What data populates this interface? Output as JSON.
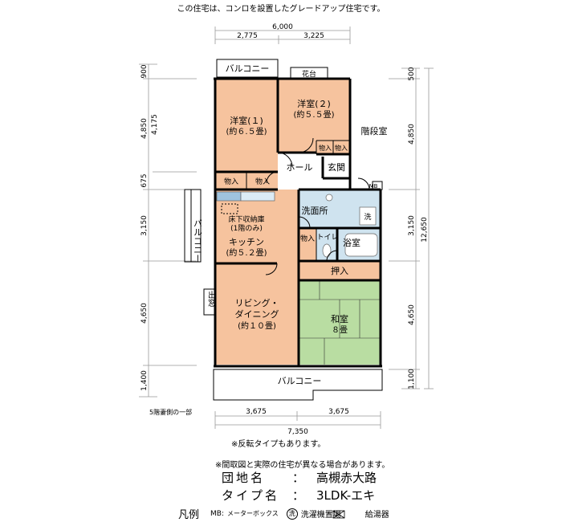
{
  "header": {
    "notice": "この住宅は、コンロを設置したグレードアップ住宅です。"
  },
  "dimensions": {
    "top_total": "6,000",
    "top_left": "2,775",
    "top_right": "3,225",
    "left": [
      "900",
      "4,175",
      "4,850",
      "675",
      "3,150",
      "4,650",
      "1,400"
    ],
    "right": [
      "500",
      "4,850",
      "3,150",
      "4,650",
      "1,100"
    ],
    "right_total": "12,650",
    "bottom_left": "3,675",
    "bottom_right": "3,675",
    "bottom_total": "7,350"
  },
  "rooms": {
    "balcony_top": "バルコニー",
    "flower_bed": "花台",
    "western1_name": "洋室(１)",
    "western1_size": "(約６.５畳)",
    "western2_name": "洋室(２)",
    "western2_size": "(約５.５畳)",
    "stairwell": "階段室",
    "storage": "物入",
    "hall": "ホール",
    "entrance": "玄関",
    "meter_box": "MB",
    "washroom": "洗面所",
    "washer_mark": "洗",
    "toilet": "トイレ",
    "bath": "浴室",
    "underfloor_1": "床下収納庫",
    "underfloor_2": "(1階のみ)",
    "kitchen_name": "キッチン",
    "kitchen_size": "(約５.２畳)",
    "balcony_side": "バルコニー",
    "closet": "押入",
    "bay_window": "出窓",
    "living_1": "リビング・",
    "living_2": "ダイニング",
    "living_size": "(約１０畳)",
    "japanese_name": "和室",
    "japanese_size": "８畳",
    "balcony_bottom": "バルコニー"
  },
  "floor_note": "5階妻側の一部",
  "notes": {
    "reverse": "※反転タイプもあります。",
    "disclaimer": "※間取図と実際の住宅が異なる場合があります。"
  },
  "info": {
    "complex_label": "団地名",
    "complex_sep": "：",
    "complex_value": "高槻赤大路",
    "type_label": "タイプ名",
    "type_sep": "：",
    "type_value": "3LDK-エキ"
  },
  "legend": {
    "title": "凡例",
    "mb_key": "MB:",
    "mb_value": "メーターボックス",
    "washer_symbol": "洗",
    "washer_label": "洗濯機置場",
    "heater_label": "給湯器"
  },
  "colors": {
    "room_orange": "#f6c39e",
    "wet_blue": "#cfe3ef",
    "tatami_green": "#b9dda2",
    "wall": "#000000"
  }
}
